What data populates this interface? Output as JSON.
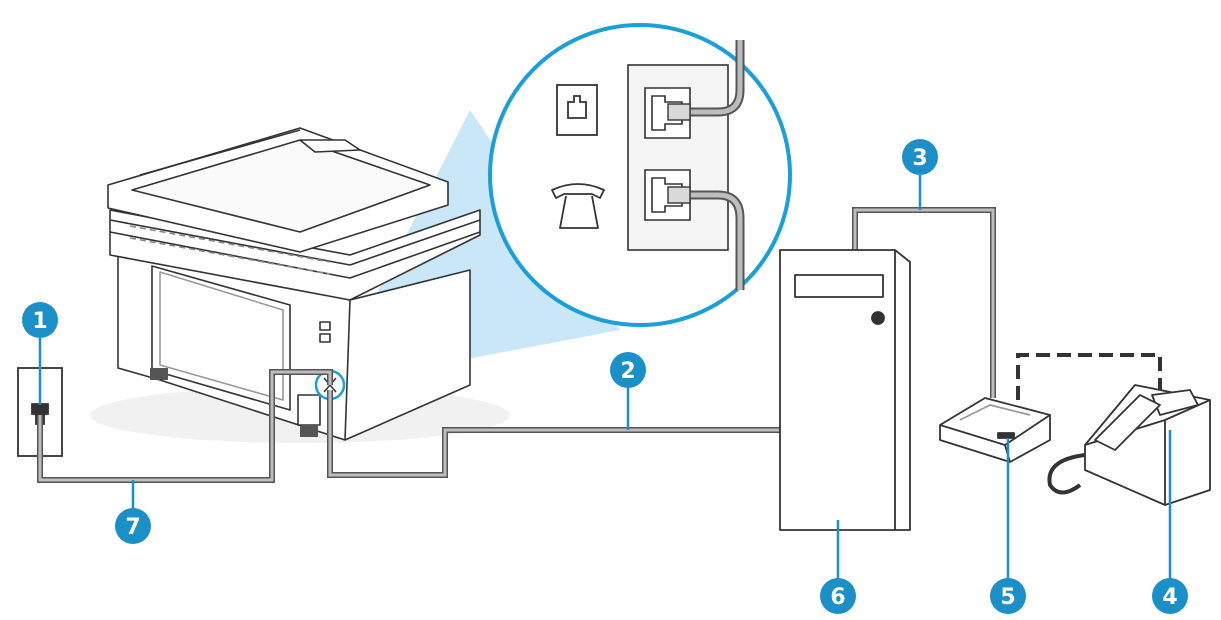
{
  "colors": {
    "callout": "#1a8fc8",
    "magnifier_ring": "#1aa0d8",
    "magnifier_beam": "#bfe3f4",
    "line": "#333333",
    "cable": "#bdbdbd",
    "device_fill": "#ffffff"
  },
  "callouts": [
    {
      "id": "1",
      "label": "1"
    },
    {
      "id": "2",
      "label": "2"
    },
    {
      "id": "3",
      "label": "3"
    },
    {
      "id": "4",
      "label": "4"
    },
    {
      "id": "5",
      "label": "5"
    },
    {
      "id": "6",
      "label": "6"
    },
    {
      "id": "7",
      "label": "7"
    }
  ],
  "icons": {
    "wall_jack": "wall-phone-jack-icon",
    "printer": "printer-icon",
    "computer": "computer-tower-icon",
    "modem": "modem-icon",
    "telephone": "telephone-icon",
    "line_port": "line-port-icon",
    "phone_port": "phone-port-icon"
  }
}
